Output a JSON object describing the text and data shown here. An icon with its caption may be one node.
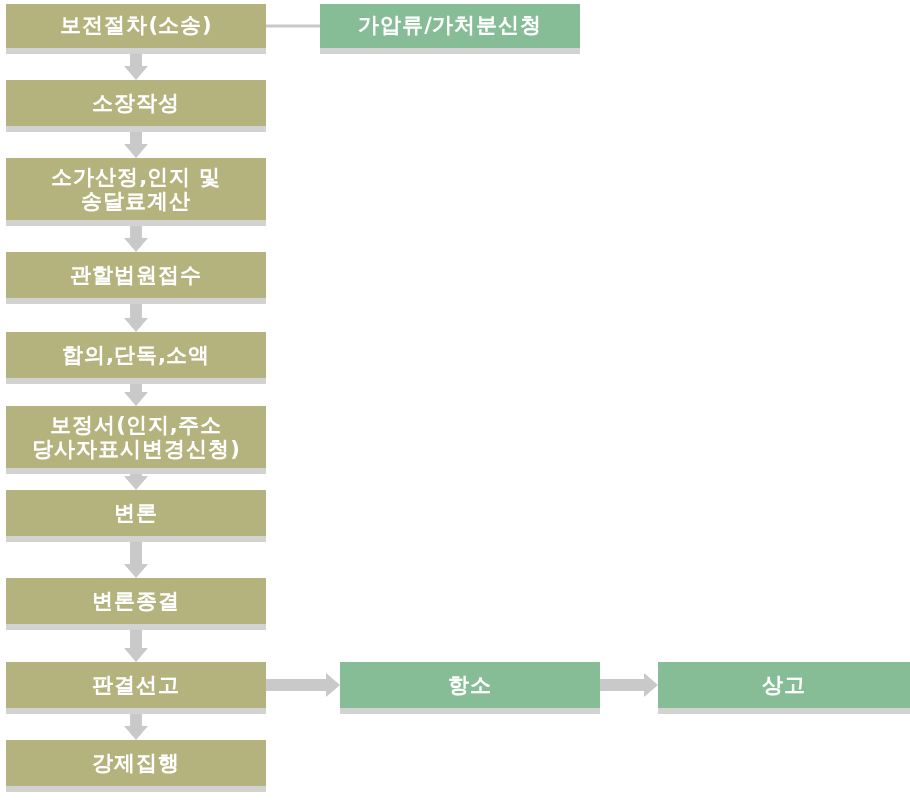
{
  "diagram": {
    "nodes": [
      {
        "text": [
          "보전절차(소송)"
        ]
      },
      {
        "text": [
          "가압류/가처분신청"
        ]
      },
      {
        "text": [
          "소장작성"
        ]
      },
      {
        "text": [
          "소가산정,인지 및 송달료계산"
        ]
      },
      {
        "text": [
          "관할법원접수"
        ]
      },
      {
        "text": [
          "합의,단독,소액"
        ]
      },
      {
        "text": [
          "보정서(인지,주소 당사자표시변경신청)"
        ]
      },
      {
        "text": [
          "변론"
        ]
      },
      {
        "text": [
          "변론종결"
        ]
      },
      {
        "text": [
          "판결선고"
        ]
      },
      {
        "text": [
          "강제집행"
        ]
      },
      {
        "text": [
          "항소"
        ]
      },
      {
        "text": [
          "상고"
        ]
      }
    ],
    "edges": [
      {
        "from": 0,
        "to": 1,
        "arrow": "none"
      },
      {
        "from": 0,
        "to": 2,
        "arrow": "to"
      },
      {
        "from": 2,
        "to": 3,
        "arrow": "to"
      },
      {
        "from": 3,
        "to": 4,
        "arrow": "to"
      },
      {
        "from": 4,
        "to": 5,
        "arrow": "to"
      },
      {
        "from": 5,
        "to": 6,
        "arrow": "to"
      },
      {
        "from": 6,
        "to": 7,
        "arrow": "to"
      },
      {
        "from": 7,
        "to": 8,
        "arrow": "to"
      },
      {
        "from": 8,
        "to": 9,
        "arrow": "to"
      },
      {
        "from": 9,
        "to": 10,
        "arrow": "to"
      },
      {
        "from": 9,
        "to": 11,
        "arrow": "to"
      },
      {
        "from": 11,
        "to": 12,
        "arrow": "to"
      }
    ]
  }
}
